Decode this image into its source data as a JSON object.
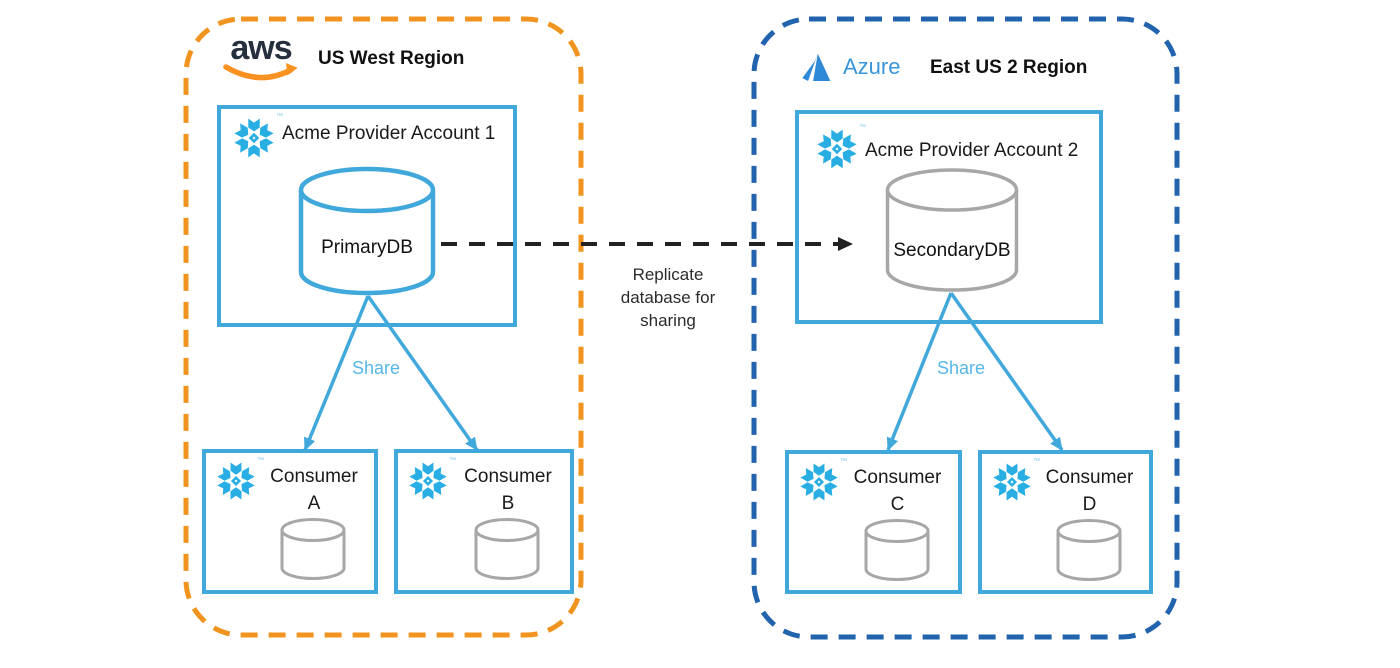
{
  "diagram": {
    "replicate_label": {
      "line1": "Replicate",
      "line2": "database for",
      "line3": "sharing"
    },
    "aws": {
      "logo_text": "aws",
      "title": "US West Region",
      "provider": {
        "name": "Acme Provider Account 1",
        "database": "PrimaryDB"
      },
      "share": "Share",
      "consumers": [
        {
          "name": "Consumer",
          "id": "A"
        },
        {
          "name": "Consumer",
          "id": "B"
        }
      ]
    },
    "azure": {
      "logo_text": "Azure",
      "title": "East US 2 Region",
      "provider": {
        "name": "Acme Provider Account 2",
        "database": "SecondaryDB"
      },
      "share": "Share",
      "consumers": [
        {
          "name": "Consumer",
          "id": "C"
        },
        {
          "name": "Consumer",
          "id": "D"
        }
      ]
    },
    "snowflake_tm": "™"
  },
  "colors": {
    "snowflake_blue": "#29AEE4",
    "box_border_blue": "#41A8DC",
    "aws_region_orange": "#F0941F",
    "azure_region_blue": "#2263AE",
    "gray_cylinder": "#A7A7A7",
    "replicate_arrow_black": "#222222",
    "share_text_blue": "#54B7E8",
    "aws_navy": "#252F3E",
    "aws_orange": "#FB9120",
    "azure_logo_blue": "#2E8AD8"
  }
}
